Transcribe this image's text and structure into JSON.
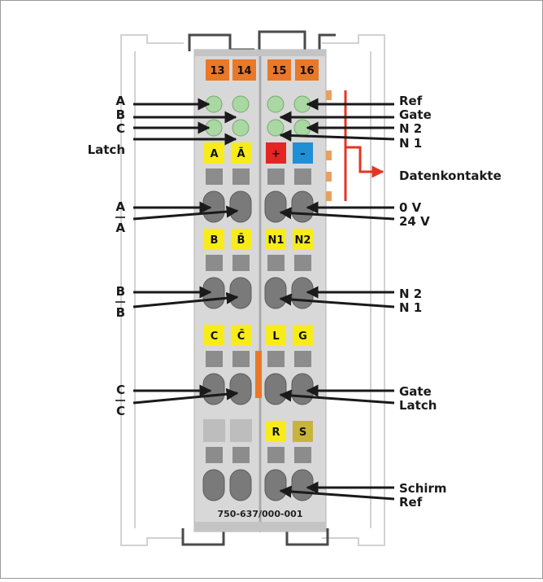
{
  "module": {
    "part_number": "750-637/000-001",
    "colors": {
      "housing": "#d8d8d8",
      "housing_dark": "#c4c4c4",
      "chip_yellow": "#f7ec1a",
      "chip_olive": "#c8b43a",
      "chip_orange": "#e8782a",
      "chip_red": "#e52424",
      "chip_blue": "#1f8fd6",
      "led_green": "#a9d8a2",
      "arrow": "#1a1a1a",
      "data_contact_arrow": "#e53424",
      "clamp": "#7a7a7a",
      "slot": "#8c8c8c"
    },
    "top_numbers": [
      "13",
      "14",
      "15",
      "16"
    ],
    "rows": [
      {
        "left_chips": [
          "A",
          "Ā"
        ],
        "right_chips": [
          "+",
          "–"
        ]
      },
      {
        "left_chips": [
          "B",
          "B̄"
        ],
        "right_chips": [
          "N1",
          "N2"
        ]
      },
      {
        "left_chips": [
          "C",
          "C̄"
        ],
        "right_chips": [
          "L",
          "G"
        ]
      },
      {
        "left_chips": [
          "",
          ""
        ],
        "right_chips": [
          "R",
          "S"
        ]
      }
    ]
  },
  "labels_left": [
    {
      "text": "A"
    },
    {
      "text": "B"
    },
    {
      "text": "C"
    },
    {
      "text": "Latch"
    },
    {
      "text": "A"
    },
    {
      "text": "A"
    },
    {
      "text": "B"
    },
    {
      "text": "B"
    },
    {
      "text": "C"
    },
    {
      "text": "C"
    }
  ],
  "labels_right": [
    {
      "text": "Ref"
    },
    {
      "text": "Gate"
    },
    {
      "text": "N 2"
    },
    {
      "text": "N 1"
    },
    {
      "text": "Datenkontakte"
    },
    {
      "text": "0 V"
    },
    {
      "text": "24 V"
    },
    {
      "text": "N 2"
    },
    {
      "text": "N 1"
    },
    {
      "text": "Gate"
    },
    {
      "text": "Latch"
    },
    {
      "text": "Schirm"
    },
    {
      "text": "Ref"
    }
  ]
}
